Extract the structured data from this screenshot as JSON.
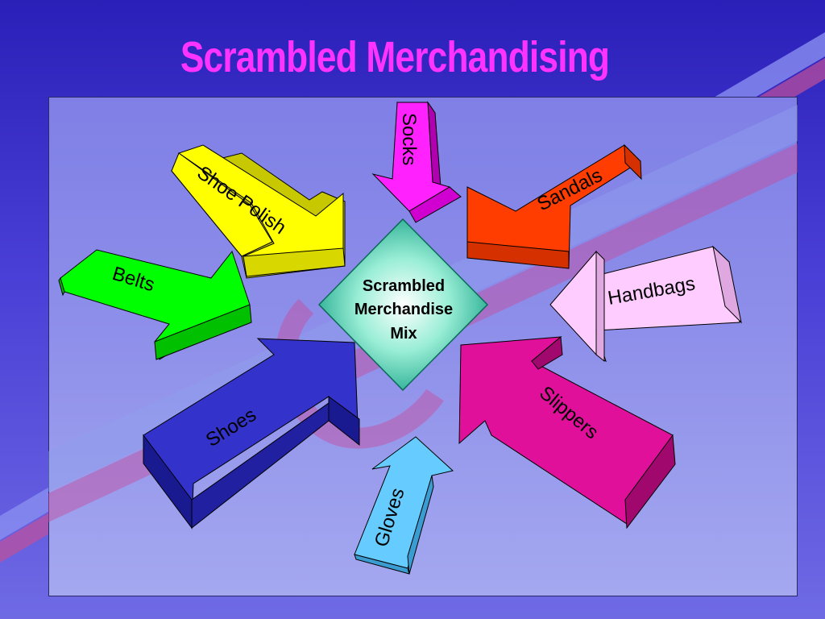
{
  "slide": {
    "title": "Scrambled Merchandising"
  },
  "diagram": {
    "hub": {
      "lines": [
        "Scrambled",
        "Merchandise",
        "Mix"
      ]
    },
    "arrows": [
      {
        "id": "socks",
        "label": "Socks",
        "color": "#ff22ff"
      },
      {
        "id": "shoe-polish",
        "label": "Shoe Polish",
        "color": "#ffff00"
      },
      {
        "id": "sandals",
        "label": "Sandals",
        "color": "#ff3d00"
      },
      {
        "id": "belts",
        "label": "Belts",
        "color": "#00ff00"
      },
      {
        "id": "handbags",
        "label": "Handbags",
        "color": "#ffccff"
      },
      {
        "id": "shoes",
        "label": "Shoes",
        "color": "#3333cc"
      },
      {
        "id": "slippers",
        "label": "Slippers",
        "color": "#e0109a"
      },
      {
        "id": "gloves",
        "label": "Gloves",
        "color": "#66ccff"
      }
    ]
  }
}
